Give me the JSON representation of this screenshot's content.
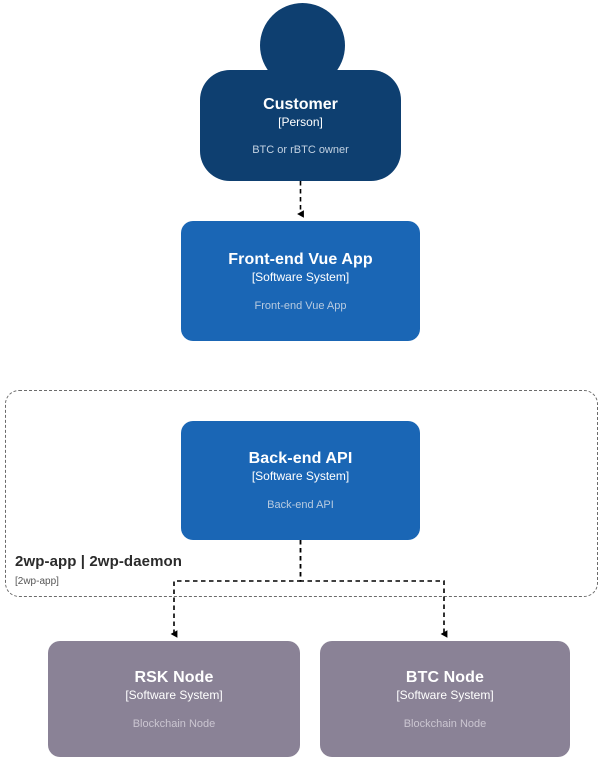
{
  "diagram": {
    "type": "C4 System Context / Container diagram",
    "background_color": "#ffffff",
    "colors": {
      "person": "#0e3f70",
      "software_system": "#1a66b5",
      "blockchain_node": "#8a8296",
      "boundary_border": "#6b6b6b",
      "connector": "#000000",
      "description_text_blue": "#b8cbe0",
      "description_text_gray": "#cbc6d1",
      "title_text": "#ffffff",
      "boundary_label_text": "#2b2b2b"
    }
  },
  "nodes": {
    "customer": {
      "title": "Customer",
      "type": "[Person]",
      "description": "BTC or rBTC owner",
      "shape": "person",
      "color": "#0e3f70"
    },
    "frontend": {
      "title": "Front-end Vue App",
      "type": "[Software System]",
      "description": "Front-end Vue App",
      "shape": "rounded-box",
      "color": "#1a66b5"
    },
    "backend": {
      "title": "Back-end API",
      "type": "[Software System]",
      "description": "Back-end API",
      "shape": "rounded-box",
      "color": "#1a66b5"
    },
    "rsk_node": {
      "title": "RSK Node",
      "type": "[Software System]",
      "description": "Blockchain Node",
      "shape": "rounded-box",
      "color": "#8a8296"
    },
    "btc_node": {
      "title": "BTC Node",
      "type": "[Software System]",
      "description": "Blockchain Node",
      "shape": "rounded-box",
      "color": "#8a8296"
    }
  },
  "boundary": {
    "label": "2wp-app | 2wp-daemon",
    "type": "[2wp-app]",
    "style": "dashed"
  },
  "connectors": [
    {
      "from": "customer",
      "to": "frontend",
      "style": "dashed",
      "arrowhead": "filled"
    },
    {
      "from": "backend",
      "to": "rsk_node",
      "style": "dashed",
      "arrowhead": "filled"
    },
    {
      "from": "backend",
      "to": "btc_node",
      "style": "dashed",
      "arrowhead": "filled"
    }
  ]
}
